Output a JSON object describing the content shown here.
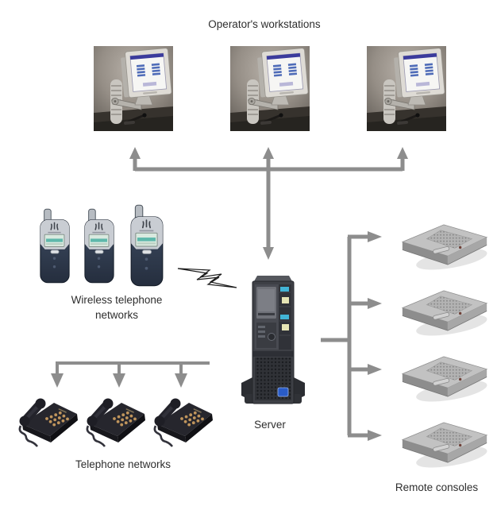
{
  "groups": {
    "workstations": {
      "label": "Operator's workstations",
      "count": 3,
      "icon": "crt-monitor-workstation-photo"
    },
    "wireless_phones": {
      "label": "Wireless telephone networks",
      "count": 3,
      "icon": "mobile-phone"
    },
    "desk_phones": {
      "label": "Telephone networks",
      "count": 3,
      "icon": "desk-telephone"
    },
    "server": {
      "label": "Server",
      "count": 1,
      "icon": "tower-server"
    },
    "remote_consoles": {
      "label": "Remote consoles",
      "count": 4,
      "icon": "intercom-console"
    }
  },
  "connectors": {
    "color": "#8d8d8d",
    "lightning_color": "#1c1c1c",
    "edges": [
      {
        "from": "server",
        "to": "workstations",
        "style": "bus with 3 upward arrows and downward arrow to server"
      },
      {
        "from": "server",
        "to": "remote_consoles",
        "style": "trunk with 4 rightward arrows"
      },
      {
        "from": "bus",
        "to": "desk_phones",
        "style": "bus with 3 downward arrows"
      },
      {
        "from": "wireless_phones",
        "to": "server",
        "style": "lightning-bolt wireless link"
      }
    ]
  }
}
